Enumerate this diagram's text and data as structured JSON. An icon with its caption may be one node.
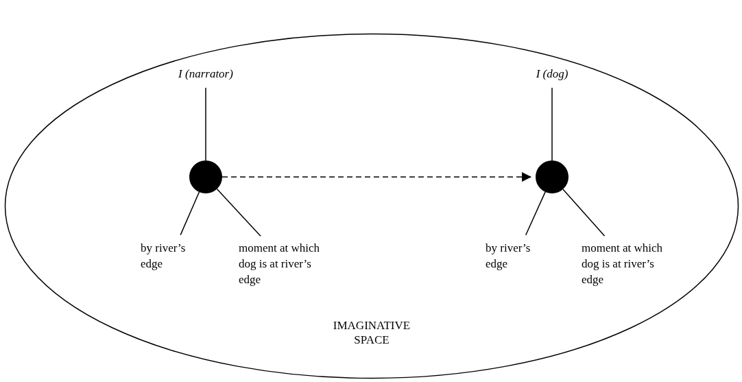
{
  "diagram": {
    "nodes": [
      {
        "text": [
          "IMAGINATIVE SPACE"
        ]
      },
      {
        "text": [
          "I (narrator)"
        ],
        "in": 0
      },
      {
        "text": [],
        "shape": "circle",
        "in": 0
      },
      {
        "text": [
          "by river’s edge"
        ],
        "in": 0
      },
      {
        "text": [
          "moment at which dog is at river’s edge"
        ],
        "in": 0
      },
      {
        "text": [
          "I (dog)"
        ],
        "in": 0
      },
      {
        "text": [],
        "shape": "circle",
        "in": 0
      },
      {
        "text": [
          "by river’s edge"
        ],
        "in": 0
      },
      {
        "text": [
          "moment at which dog is at river’s edge"
        ],
        "in": 0
      }
    ],
    "edges": [
      {
        "from": 1,
        "to": 2,
        "arrow": "none"
      },
      {
        "from": 2,
        "to": 3,
        "arrow": "none"
      },
      {
        "from": 2,
        "to": 4,
        "arrow": "none"
      },
      {
        "from": 2,
        "to": 6,
        "arrow": "to",
        "style": "dashed"
      },
      {
        "from": 5,
        "to": 6,
        "arrow": "none"
      },
      {
        "from": 6,
        "to": 7,
        "arrow": "none"
      },
      {
        "from": 6,
        "to": 8,
        "arrow": "none"
      }
    ]
  }
}
